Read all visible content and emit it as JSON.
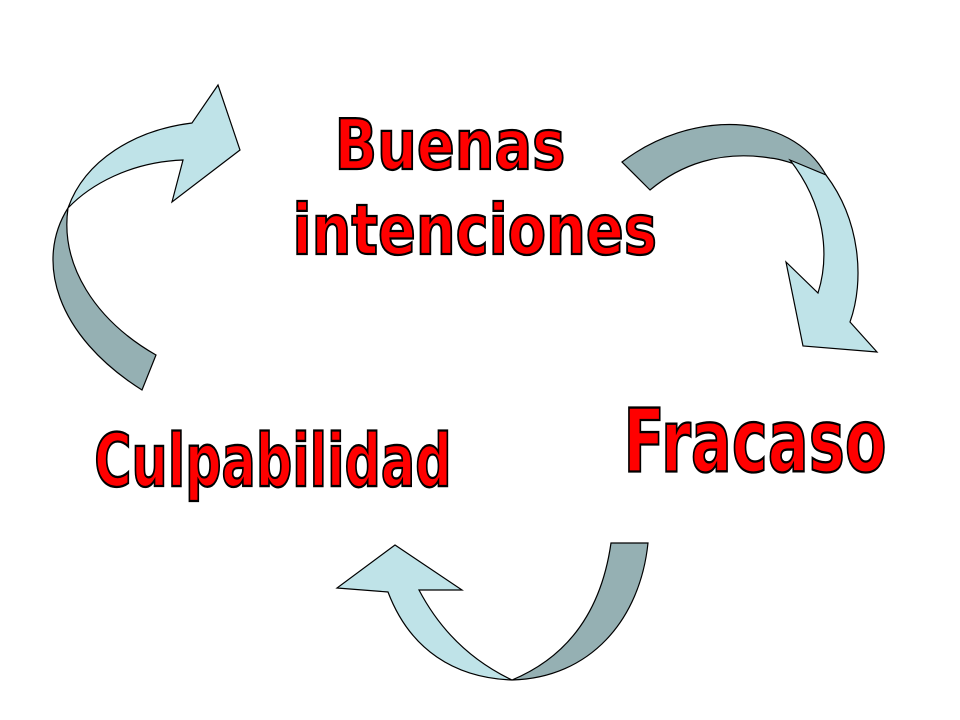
{
  "diagram": {
    "nodes": {
      "buenas_intenciones": "Buenas\nintenciones",
      "fracaso": "Fracaso",
      "culpabilidad": "Culpabilidad"
    }
  }
}
